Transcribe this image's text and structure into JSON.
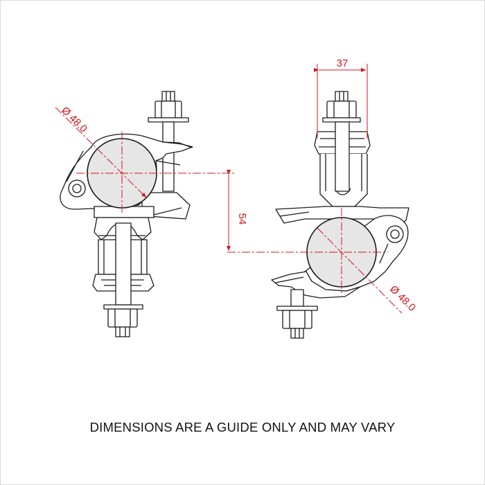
{
  "caption": "DIMENSIONS ARE A GUIDE ONLY AND MAY VARY",
  "dimensions": {
    "left_tube_diameter": "Ø 48.0",
    "right_tube_diameter": "Ø 48.0",
    "tube_offset": "54",
    "width": "37"
  },
  "colors": {
    "outline": "#1a1a1a",
    "dimension": "#d4141c",
    "tube_fill": "#e6e6e6"
  }
}
